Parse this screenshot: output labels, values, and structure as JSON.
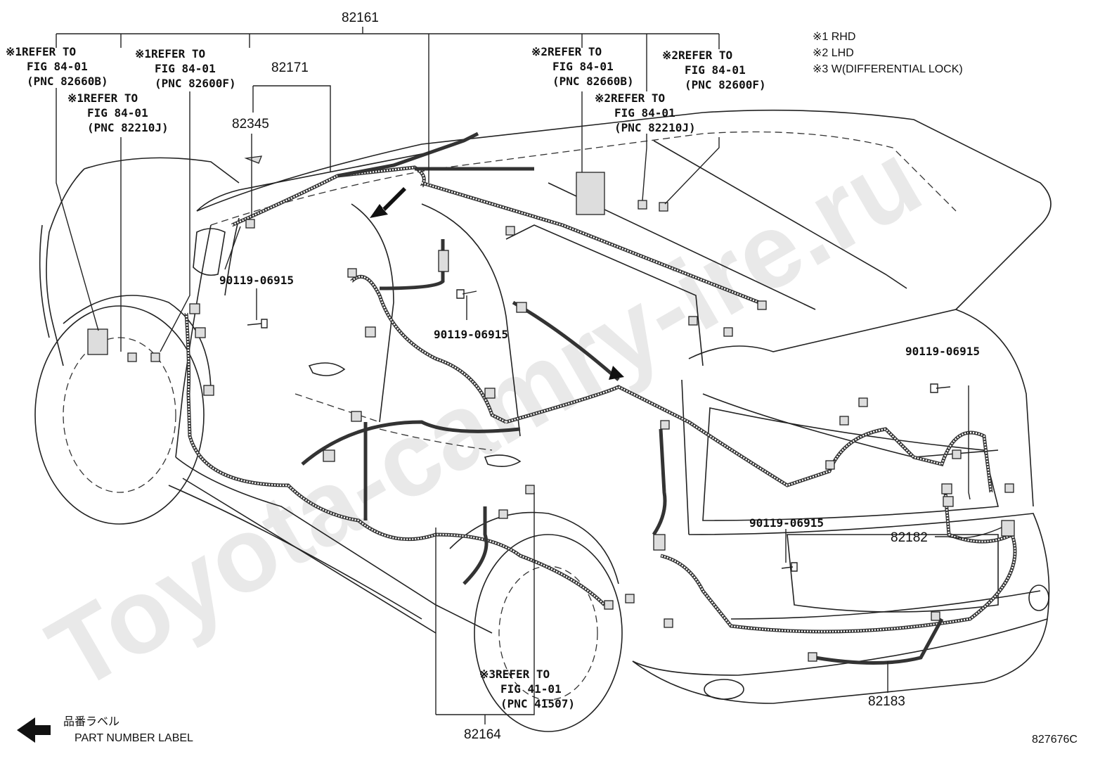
{
  "diagram": {
    "parts": {
      "p82161": "82161",
      "p82171": "82171",
      "p82345": "82345",
      "p82164": "82164",
      "p82182": "82182",
      "p82183": "82183"
    },
    "bolts": {
      "b1": "90119-06915",
      "b2": "90119-06915",
      "b3": "90119-06915",
      "b4": "90119-06915"
    },
    "refs": {
      "r1": {
        "mark": "※1",
        "line1": "REFER TO",
        "line2": "FIG 84-01",
        "line3": "(PNC 82660B)"
      },
      "r2": {
        "mark": "※1",
        "line1": "REFER TO",
        "line2": "FIG 84-01",
        "line3": "(PNC 82600F)"
      },
      "r3": {
        "mark": "※1",
        "line1": "REFER TO",
        "line2": "FIG 84-01",
        "line3": "(PNC 82210J)"
      },
      "r4": {
        "mark": "※2",
        "line1": "REFER TO",
        "line2": "FIG 84-01",
        "line3": "(PNC 82660B)"
      },
      "r5": {
        "mark": "※2",
        "line1": "REFER TO",
        "line2": "FIG 84-01",
        "line3": "(PNC 82600F)"
      },
      "r6": {
        "mark": "※2",
        "line1": "REFER TO",
        "line2": "FIG 84-01",
        "line3": "(PNC 82210J)"
      },
      "r7": {
        "mark": "※3",
        "line1": "REFER TO",
        "line2": "FIG 41-01",
        "line3": "(PNC 41507)"
      }
    },
    "legend": {
      "l1": "※1 RHD",
      "l2": "※2 LHD",
      "l3": "※3 W(DIFFERENTIAL LOCK)"
    },
    "footer": {
      "label_jp": "品番ラベル",
      "label_en": "PART NUMBER LABEL",
      "figure_code": "827676C"
    },
    "watermark": "Toyota-camry-ire.ru"
  }
}
